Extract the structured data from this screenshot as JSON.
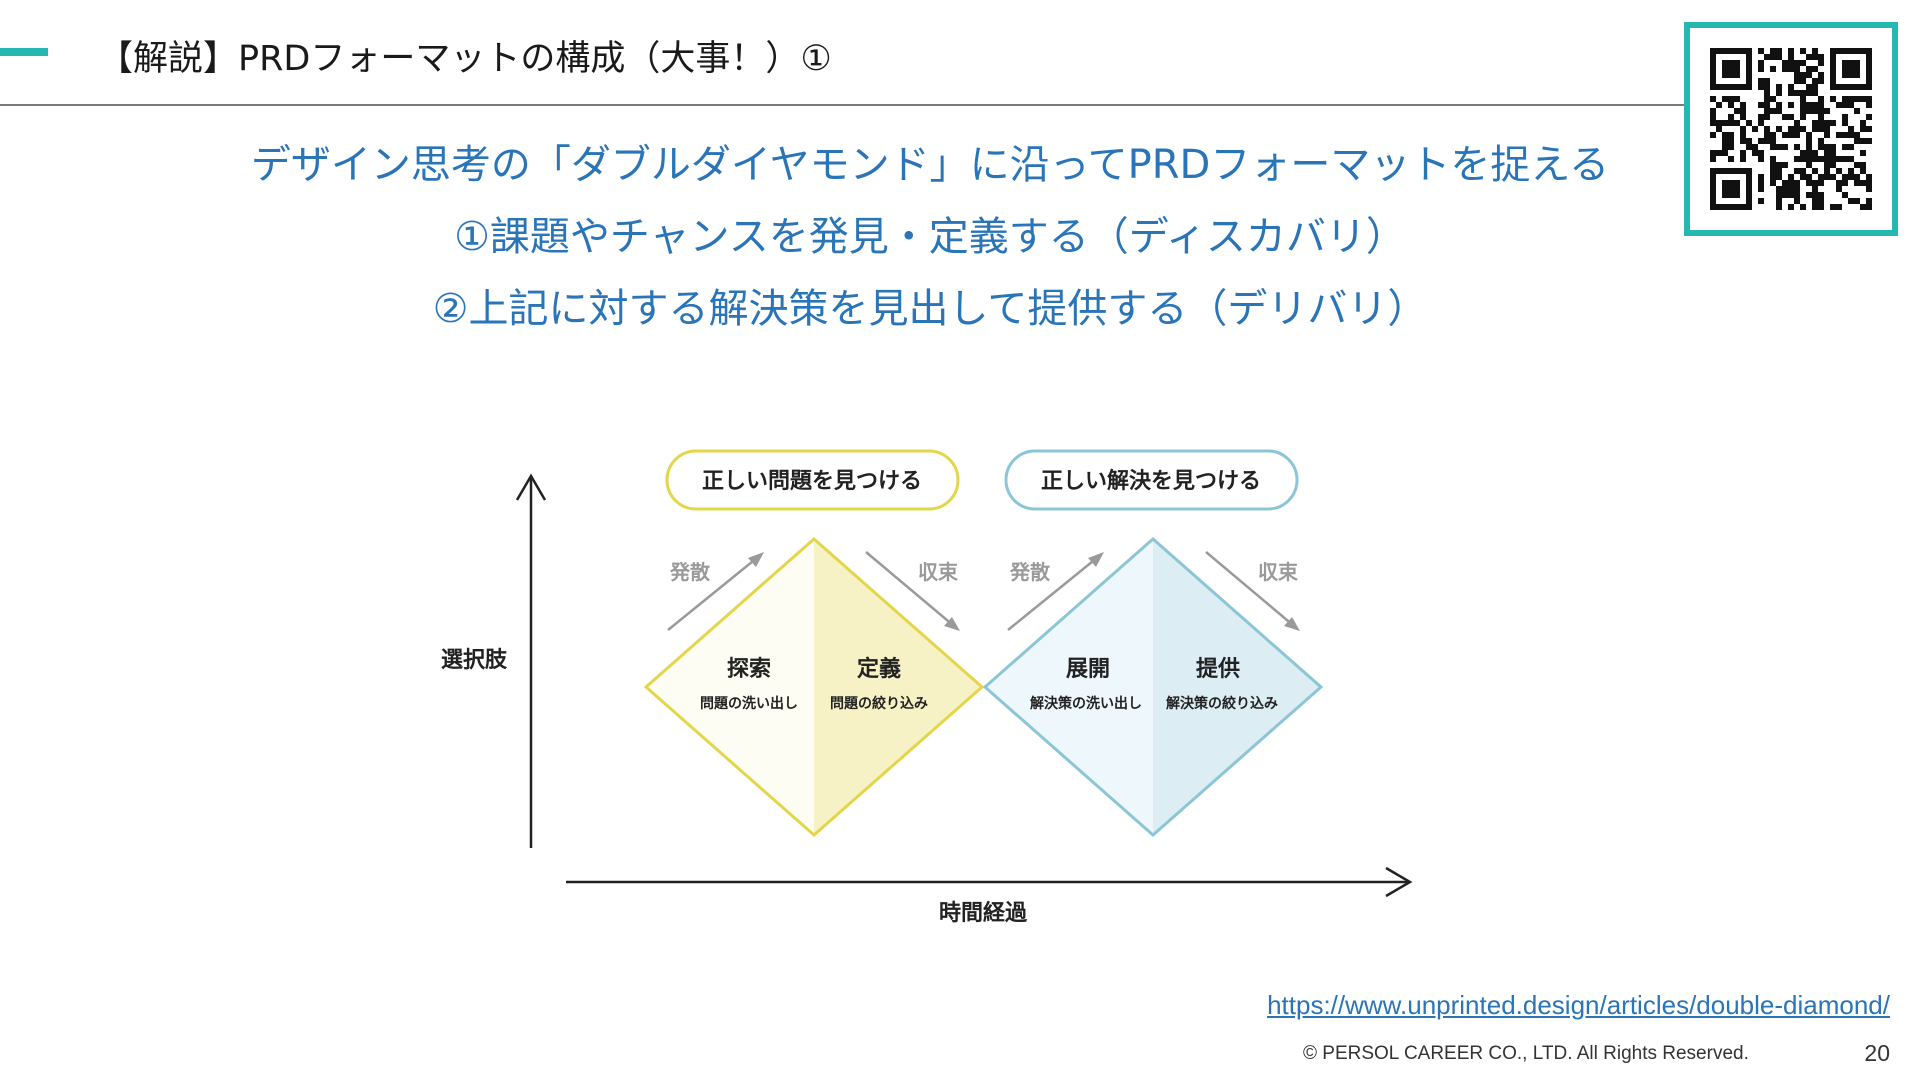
{
  "slide": {
    "title": "【解説】PRDフォーマットの構成（大事！）①",
    "headline_lines": [
      "デザイン思考の「ダブルダイヤモンド」に沿ってPRDフォーマットを捉える",
      "①課題やチャンスを発見・定義する（ディスカバリ）",
      "②上記に対する解決策を見出して提供する（デリバリ）"
    ],
    "accent_color": "#25b7b1",
    "headline_color": "#2a74b8"
  },
  "diagram": {
    "y_axis_label": "選択肢",
    "x_axis_label": "時間経過",
    "diamonds": [
      {
        "title": "正しい問題を見つける",
        "color": "#e3d64a",
        "diverge_label": "発散",
        "converge_label": "収束",
        "left": {
          "heading": "探索",
          "sub": "問題の洗い出し"
        },
        "right": {
          "heading": "定義",
          "sub": "問題の絞り込み"
        }
      },
      {
        "title": "正しい解決を見つける",
        "color": "#8cc6d6",
        "diverge_label": "発散",
        "converge_label": "収束",
        "left": {
          "heading": "展開",
          "sub": "解決策の洗い出し"
        },
        "right": {
          "heading": "提供",
          "sub": "解決策の絞り込み"
        }
      }
    ]
  },
  "footer": {
    "source_url": "https://www.unprinted.design/articles/double-diamond/",
    "copyright": "© PERSOL CAREER CO., LTD. All Rights Reserved.",
    "page_number": "20"
  },
  "qr_code": {
    "icon": "qr-code-icon"
  }
}
